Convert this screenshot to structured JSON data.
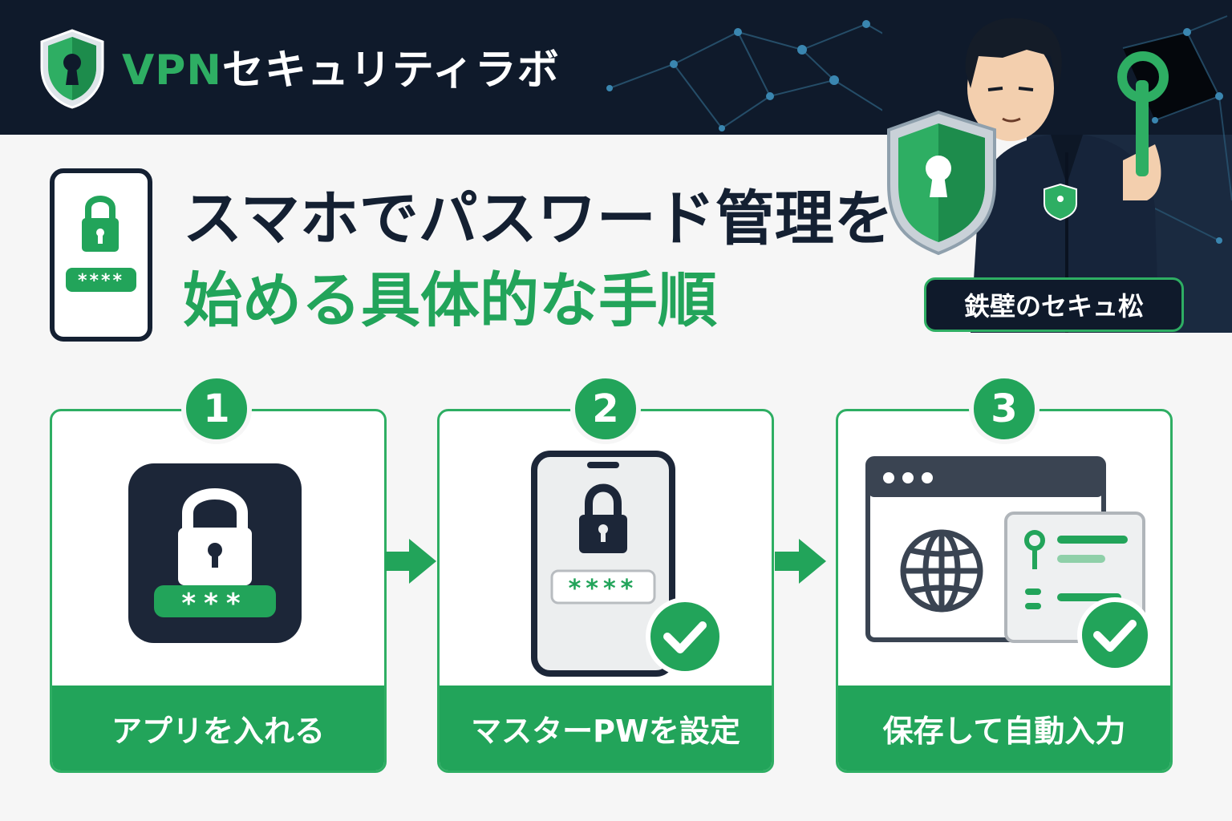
{
  "header": {
    "brand_vpn": "VPN",
    "brand_rest": "セキュリティラボ"
  },
  "title": {
    "line1": "スマホでパスワード管理を",
    "line2": "始める具体的な手順"
  },
  "character": {
    "name": "鉄壁のセキュ松"
  },
  "steps": [
    {
      "number": "1",
      "label": "アプリを入れる",
      "icon_masked": "***"
    },
    {
      "number": "2",
      "label": "マスターPWを設定",
      "icon_masked": "****"
    },
    {
      "number": "3",
      "label": "保存して自動入力"
    }
  ],
  "title_icon": {
    "masked": "****"
  },
  "colors": {
    "navy": "#0f1a2b",
    "accent_green": "#22a45a",
    "brand_green": "#2eae63",
    "title_dark": "#142032"
  },
  "icons": {
    "brand": "shield-keyhole-icon",
    "title": "phone-lock-icon",
    "step1": "app-lock-icon",
    "step2": "phone-password-icon",
    "step3": "browser-autofill-icon",
    "check": "check-icon",
    "arrow": "arrow-right-icon"
  }
}
